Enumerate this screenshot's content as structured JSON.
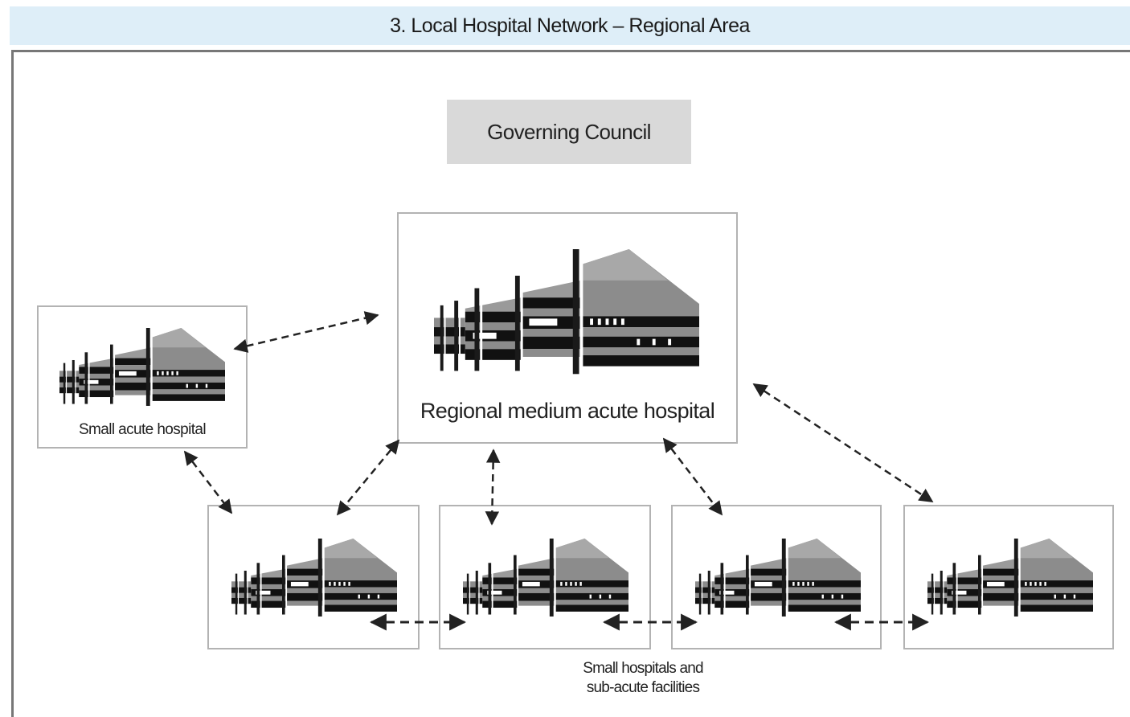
{
  "diagram": {
    "title": "3. Local Hospital Network – Regional Area",
    "governing_council": "Governing Council",
    "regional_hospital_label": "Regional medium acute hospital",
    "small_acute_label": "Small acute hospital",
    "small_facilities_label_line1": "Small hospitals and",
    "small_facilities_label_line2": "sub-acute facilities"
  }
}
